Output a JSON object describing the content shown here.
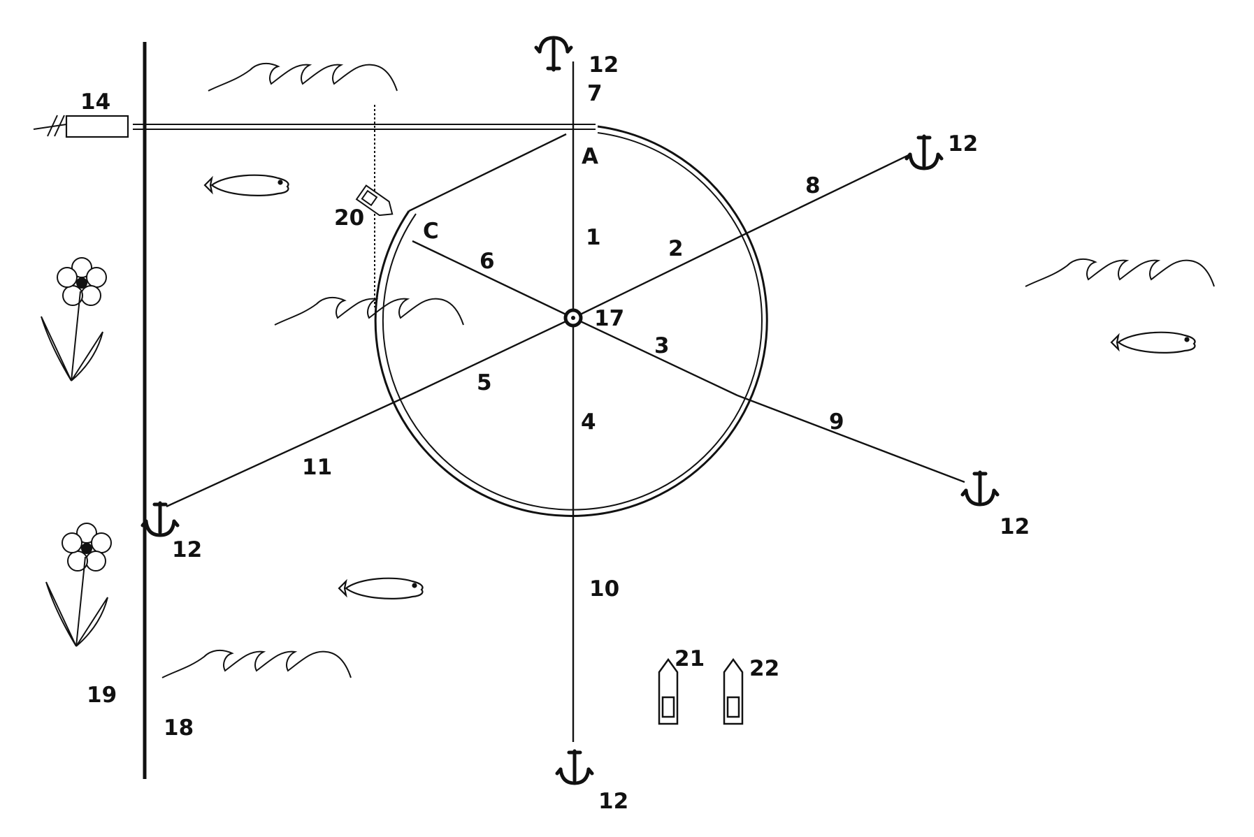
{
  "labels": {
    "n1": "1",
    "n2": "2",
    "n3": "3",
    "n4": "4",
    "n5": "5",
    "n6": "6",
    "n7": "7",
    "n8": "8",
    "n9": "9",
    "n10": "10",
    "n11": "11",
    "n12_top": "12",
    "n12_upper_right": "12",
    "n12_lower_right": "12",
    "n12_left": "12",
    "n12_bottom": "12",
    "n14": "14",
    "n17": "17",
    "n18": "18",
    "n19": "19",
    "n20": "20",
    "n21": "21",
    "n22": "22",
    "pointA": "A",
    "pointC": "C"
  },
  "icons": {
    "anchor": "anchor-icon",
    "fish": "fish-icon",
    "wave": "wave-icon",
    "flower": "flower-icon",
    "boat": "boat-icon"
  }
}
